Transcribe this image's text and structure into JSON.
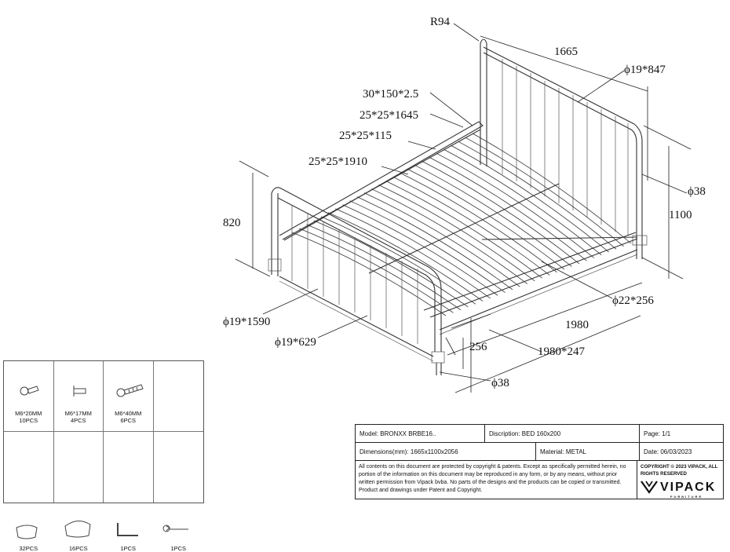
{
  "dimensions": {
    "r94": "R94",
    "width_1665": "1665",
    "d19_847": "ϕ19*847",
    "p30_150": "30*150*2.5",
    "p25_1645": "25*25*1645",
    "p25_115": "25*25*115",
    "p25_1910": "25*25*1910",
    "d38_top": "ϕ38",
    "h1100": "1100",
    "h820": "820",
    "d22_256": "ϕ22*256",
    "len1980": "1980",
    "d19_1590": "ϕ19*1590",
    "d19_629": "ϕ19*629",
    "h256": "256",
    "p1980_247": "1980*247",
    "d38_bottom": "ϕ38"
  },
  "parts": [
    {
      "name": "M6*20MM",
      "qty": "10PCS",
      "icon": "bolt-short-icon"
    },
    {
      "name": "M6*17MM",
      "qty": "4PCS",
      "icon": "barrel-nut-icon"
    },
    {
      "name": "M6*40MM",
      "qty": "6PCS",
      "icon": "bolt-long-icon"
    },
    {
      "name": "",
      "qty": "",
      "icon": ""
    },
    {
      "name": "",
      "qty": "32PCS",
      "icon": "slat-holder-small-icon"
    },
    {
      "name": "",
      "qty": "16PCS",
      "icon": "slat-holder-large-icon"
    },
    {
      "name": "",
      "qty": "1PCS",
      "icon": "allen-key-icon"
    },
    {
      "name": "",
      "qty": "1PCS",
      "icon": "wrench-icon"
    }
  ],
  "title_block": {
    "model": "Model: BRONXX BRBE16..",
    "description": "Discription: BED 160x200",
    "page": "Page: 1/1",
    "dimensions": "Dimensions(mm): 1665x1100x2056",
    "material": "Material: METAL",
    "date": "Date: 06/03/2023",
    "legal": "All contents on this document are protected by copyright & patents. Except as specifically permitted herein, no portion of the information on this document may be reproduced in any form, or by any means, without prior written permission from Vipack bvba. No parts of the designs and the products can be copied or transmitted. Product and drawings under Patent and Copyright.",
    "copyright": "COPYRIGHT © 2023 VIPACK, ALL RIGHTS RESERVED",
    "logo": "VIPACK",
    "logo_sub": "FURNITURE"
  }
}
